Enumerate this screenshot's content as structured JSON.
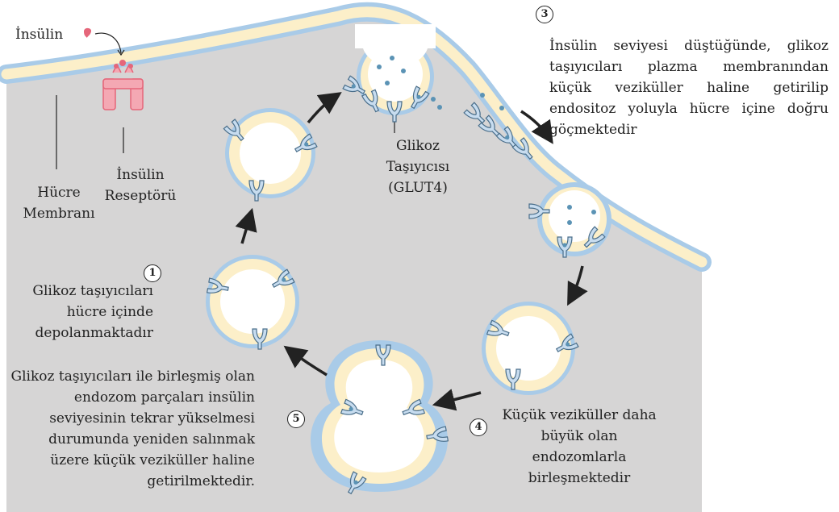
{
  "labels": {
    "insulin": "İnsülin",
    "cell_membrane": "Hücre Membranı",
    "insulin_receptor": "İnsülin Reseptörü",
    "glucose_transporter": "Glikoz Taşıyıcısı (GLUT4)"
  },
  "steps": [
    {
      "number": "1",
      "text": "Glikoz taşıyıcıları hücre içinde depolanmaktadır"
    },
    {
      "number": "3",
      "text": "İnsülin seviyesi düştüğünde, glikoz taşıyıcıları plazma membranından küçük veziküller haline getirilip endositoz yoluyla hücre içine doğru göçmektedir"
    },
    {
      "number": "4",
      "text": "Küçük veziküller daha büyük olan endozomlarla birleşmektedir"
    },
    {
      "number": "5",
      "text": "Glikoz taşıyıcıları ile birleşmiş olan endozom parçaları insülin seviyesinin tekrar yükselmesi durumunda yeniden salınmak üzere küçük veziküller haline getirilmektedir."
    }
  ],
  "colors": {
    "cytoplasm": "#d6d5d5",
    "membrane_outer": "#a9cbe8",
    "membrane_core": "#fcefc9",
    "transporter": "#c7dcef",
    "glucose": "#5b93b5",
    "insulin": "#e5667a",
    "receptor": "#f4a8b3"
  }
}
